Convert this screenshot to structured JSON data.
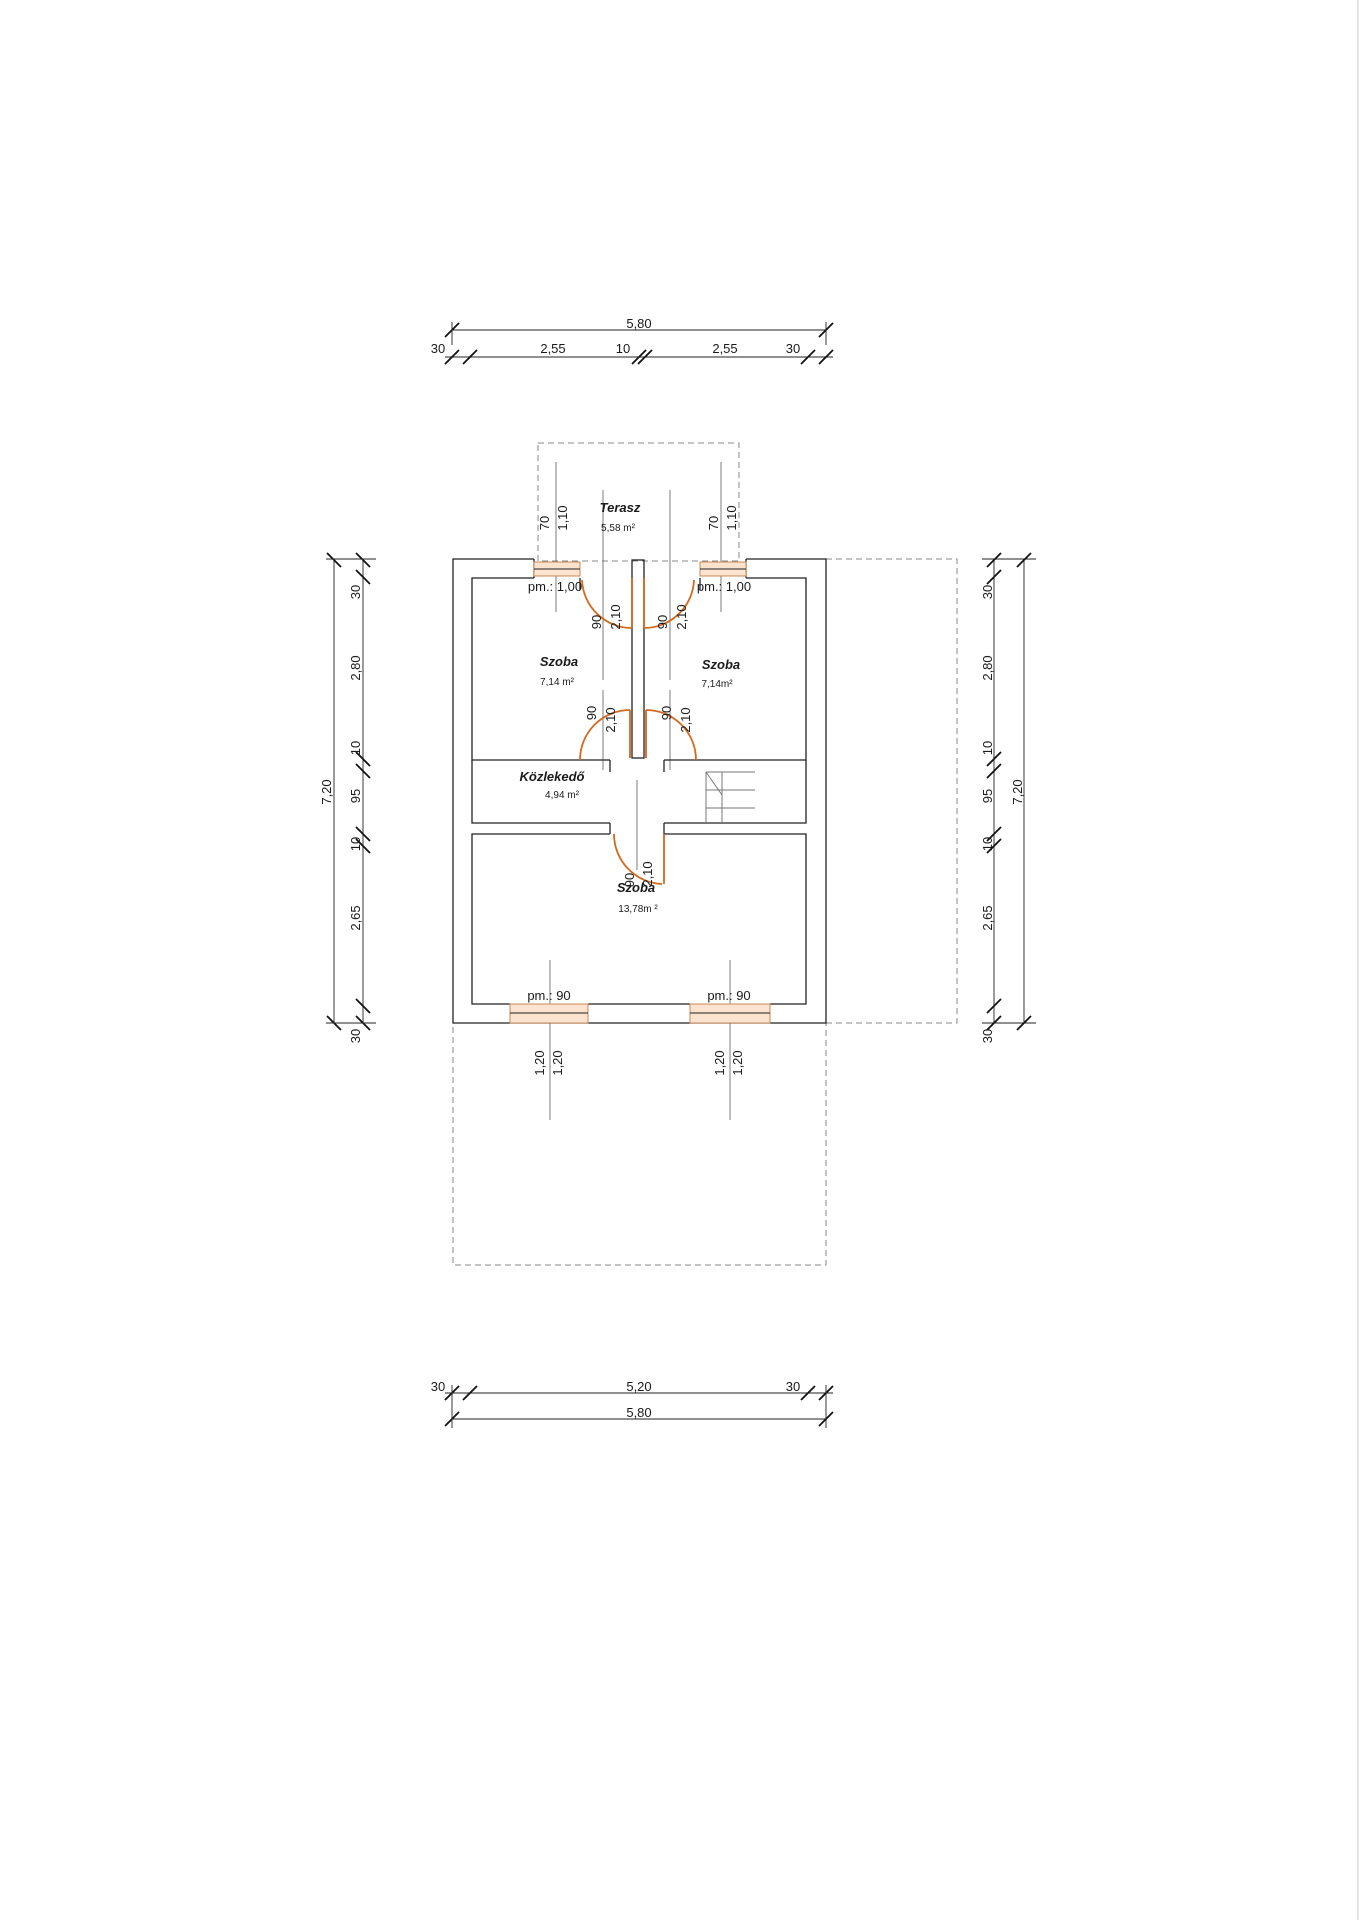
{
  "dimensions": {
    "top_overall": "5,80",
    "top_left_wall": "30",
    "top_left_room": "2,55",
    "top_mid_wall": "10",
    "top_right_room": "2,55",
    "top_right_wall": "30",
    "bottom_left_wall": "30",
    "bottom_inner": "5,20",
    "bottom_right_wall": "30",
    "bottom_overall": "5,80",
    "left_segments": [
      "30",
      "2,80",
      "10",
      "95",
      "10",
      "2,65",
      "30"
    ],
    "left_overall": "7,20",
    "right_segments": [
      "30",
      "2,80",
      "10",
      "95",
      "10",
      "2,65",
      "30"
    ],
    "right_overall": "7,20"
  },
  "rooms": {
    "terasz": {
      "name": "Terasz",
      "area": "5,58 m²"
    },
    "szoba_left": {
      "name": "Szoba",
      "area": "7,14 m²"
    },
    "szoba_right": {
      "name": "Szoba",
      "area": "7,14m²"
    },
    "kozlekedo": {
      "name": "Közlekedő",
      "area": "4,94 m²"
    },
    "szoba_bottom": {
      "name": "Szoba",
      "area": "13,78m ²"
    }
  },
  "windows": {
    "top_left": {
      "label": "pm.: 1,00",
      "width": "70",
      "height": "1,10"
    },
    "top_right": {
      "label": "pm.: 1,00",
      "width": "70",
      "height": "1,10"
    },
    "bottom_left": {
      "label": "pm.: 90",
      "width": "1,20",
      "height": "1,20"
    },
    "bottom_right": {
      "label": "pm.: 90",
      "width": "1,20",
      "height": "1,20"
    }
  },
  "doors": {
    "upper_left": {
      "width": "90",
      "height": "2,10"
    },
    "upper_right": {
      "width": "90",
      "height": "2,10"
    },
    "mid_left": {
      "width": "90",
      "height": "2,10"
    },
    "mid_right": {
      "width": "90",
      "height": "2,10"
    },
    "lower": {
      "width": "90",
      "height": "2,10"
    }
  },
  "colors": {
    "wall": "#222222",
    "door": "#d2691e",
    "window_fill": "#fbe3cf",
    "dashed_outline": "#8a8a8a"
  }
}
